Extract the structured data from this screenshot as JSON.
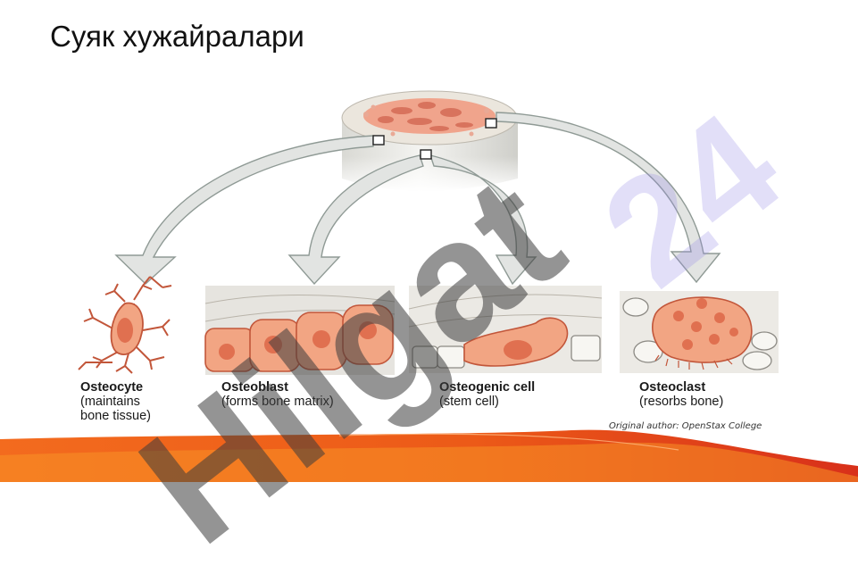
{
  "slide": {
    "title": "Суяк хужайралари"
  },
  "figure": {
    "cells": [
      {
        "name": "Osteocyte",
        "description": "(maintains\nbone tissue)"
      },
      {
        "name": "Osteoblast",
        "description": "(forms bone matrix)"
      },
      {
        "name": "Osteogenic cell",
        "description": "(stem cell)"
      },
      {
        "name": "Osteoclast",
        "description": "(resorbs bone)"
      }
    ],
    "credit": "Original author: OpenStax College"
  },
  "watermark": {
    "text_gray": "Hilgat",
    "text_lilac": "24"
  },
  "colors": {
    "cell_fill": "#f2a583",
    "cell_outline": "#c2563a",
    "nucleus": "#e07050",
    "arrow_fill": "#e1e3e1",
    "arrow_stroke": "#8f9a95",
    "band_orange": "#ef6a1c",
    "band_red": "#d9341a"
  }
}
